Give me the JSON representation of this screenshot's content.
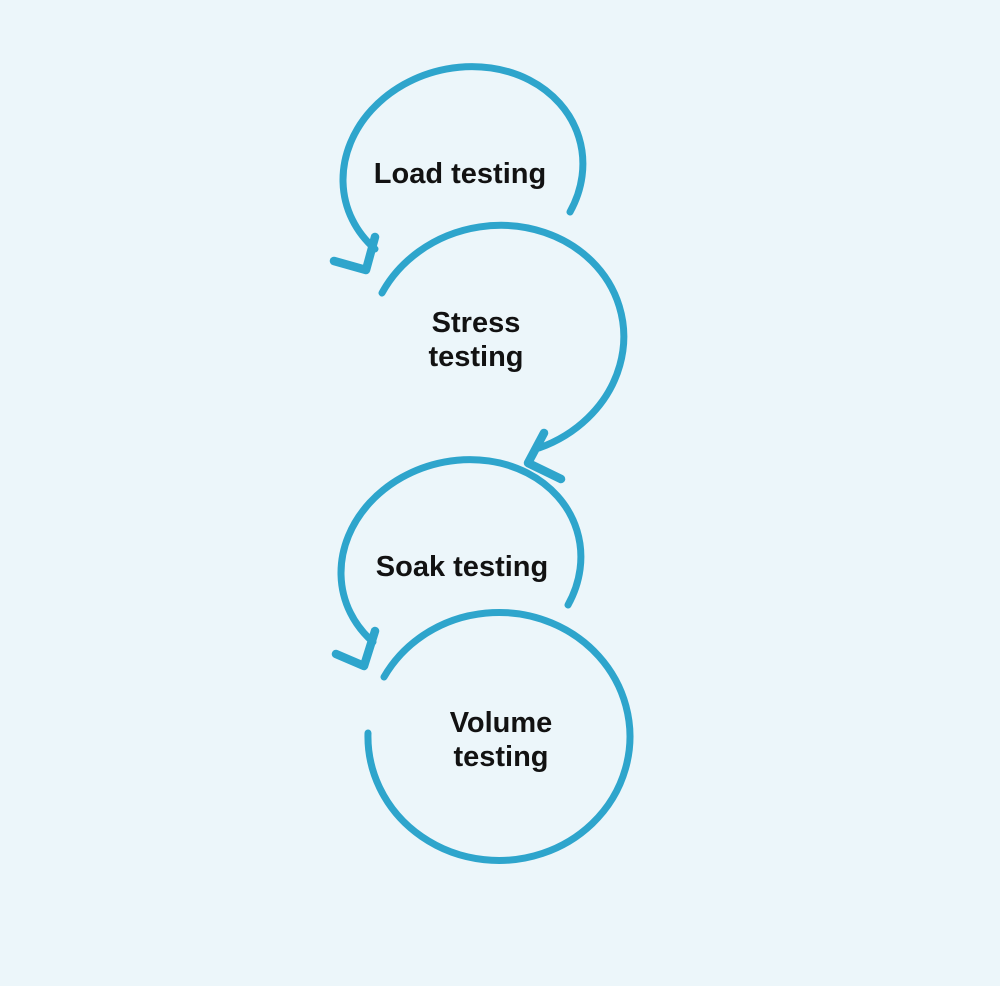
{
  "diagram": {
    "type": "looping-flow",
    "steps": [
      {
        "id": "load",
        "label": "Load testing"
      },
      {
        "id": "stress",
        "label": "Stress testing"
      },
      {
        "id": "soak",
        "label": "Soak testing"
      },
      {
        "id": "volume",
        "label": "Volume testing"
      }
    ],
    "connections": [
      {
        "from": "Load testing",
        "to": "Stress testing"
      },
      {
        "from": "Stress testing",
        "to": "Soak testing"
      },
      {
        "from": "Soak testing",
        "to": "Volume testing"
      }
    ]
  },
  "icons": {
    "arrowhead": "v-shaped arrow tip pointing to next loop"
  },
  "colors": {
    "accent": "#2EA5CC",
    "background": "#ECF6FA",
    "text": "#121212"
  }
}
